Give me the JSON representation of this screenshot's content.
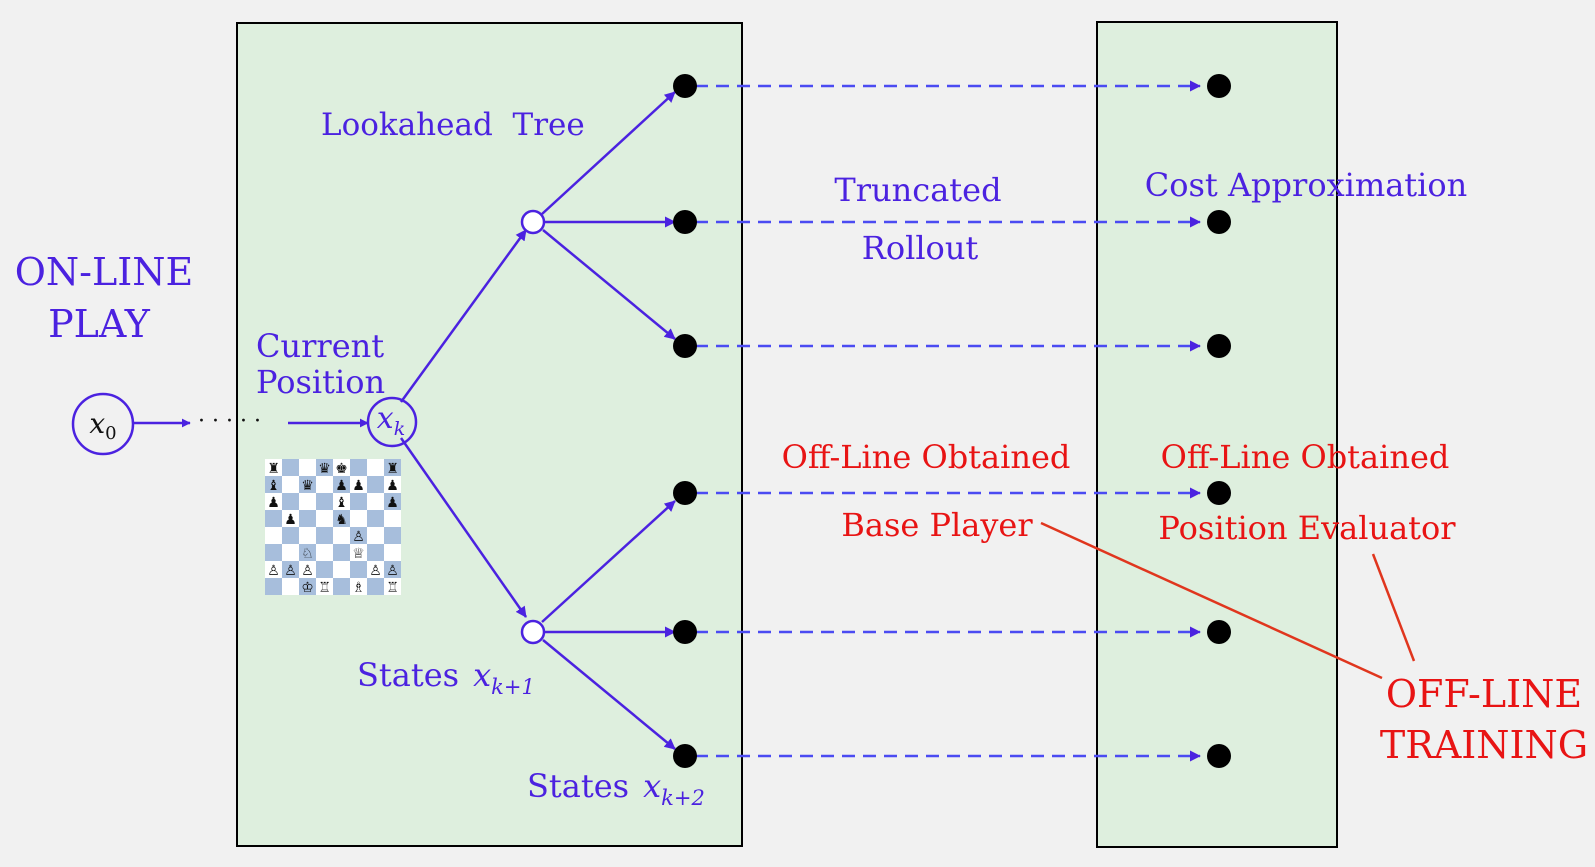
{
  "labels": {
    "online_play_line1": "ON-LINE",
    "online_play_line2": "PLAY",
    "current_position_line1": "Current",
    "current_position_line2": "Position",
    "lookahead_tree": "Lookahead  Tree",
    "truncated": "Truncated",
    "rollout": "Rollout",
    "cost_approximation": "Cost Approximation",
    "offline_obtained_left": "Off-Line Obtained",
    "offline_obtained_right": "Off-Line Obtained",
    "base_player": "Base Player",
    "position_evaluator": "Position Evaluator",
    "offline_training_line1": "OFF-LINE",
    "offline_training_line2": "TRAINING",
    "states_prefix_1": "States",
    "states_prefix_2": "States",
    "x0_var": "x",
    "x0_sub": "0",
    "xk_var": "x",
    "xk_sub": "k",
    "xk1_var": "x",
    "xk1_sub": "k+1",
    "xk2_var": "x",
    "xk2_sub": "k+2",
    "dots": "· · · · ·"
  },
  "chessboard": {
    "rows": [
      [
        "♜",
        "",
        "",
        "♛",
        "♚",
        "",
        "",
        "♜"
      ],
      [
        "♝",
        "",
        "♛",
        "",
        "♟",
        "♟",
        "",
        "♟"
      ],
      [
        "♟",
        "",
        "",
        "",
        "♝",
        "",
        "",
        "♟"
      ],
      [
        "",
        "♟",
        "",
        "",
        "♞",
        "",
        "",
        ""
      ],
      [
        "",
        "",
        "",
        "",
        "",
        "♙",
        "",
        ""
      ],
      [
        "",
        "",
        "♘",
        "",
        "",
        "♕",
        "",
        ""
      ],
      [
        "♙",
        "♙",
        "♙",
        "",
        "",
        "",
        "♙",
        "♙"
      ],
      [
        "",
        "",
        "♔",
        "♖",
        "",
        "♗",
        "",
        "♖"
      ]
    ]
  },
  "colors": {
    "blue": "#4b22e0",
    "red": "#e81414",
    "panel": "#deefde",
    "board_light": "#ffffff",
    "board_dark": "#a7bedc"
  }
}
